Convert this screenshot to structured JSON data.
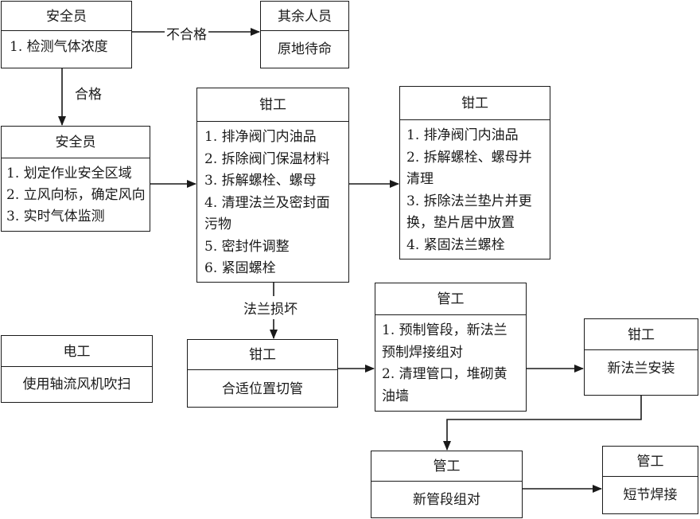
{
  "boxes": {
    "safety1": {
      "title": "安全员",
      "lines": [
        "1. 检测气体浓度"
      ]
    },
    "others": {
      "title": "其余人员",
      "lines": [
        "原地待命"
      ]
    },
    "safety2": {
      "title": "安全员",
      "lines": [
        "1. 划定作业安全区域",
        "2. 立风向标，确定风向",
        "3. 实时气体监测"
      ]
    },
    "fitter1": {
      "title": "钳工",
      "lines": [
        "1. 排净阀门内油品",
        "2. 拆除阀门保温材料",
        "3. 拆解螺栓、螺母",
        "4. 清理法兰及密封面",
        "污物",
        "5. 密封件调整",
        "6. 紧固螺栓"
      ]
    },
    "fitter2": {
      "title": "钳工",
      "lines": [
        "1. 排净阀门内油品",
        "2. 拆解螺栓、螺母并",
        "清理",
        "3. 拆除法兰垫片并更",
        "换，垫片居中放置",
        "4. 紧固法兰螺栓"
      ]
    },
    "pipe1": {
      "title": "管工",
      "lines": [
        "1. 预制管段，新法兰",
        "预制焊接组对",
        "2. 清理管口，堆砌黄",
        "油墙"
      ]
    },
    "electrician": {
      "title": "电工",
      "lines": [
        "使用轴流风机吹扫"
      ]
    },
    "fitter3": {
      "title": "钳工",
      "lines": [
        "合适位置切管"
      ]
    },
    "fitter4": {
      "title": "钳工",
      "lines": [
        "新法兰安装"
      ]
    },
    "pipe2": {
      "title": "管工",
      "lines": [
        "新管段组对"
      ]
    },
    "pipe3": {
      "title": "管工",
      "lines": [
        "短节焊接"
      ]
    }
  },
  "edge_labels": {
    "unqualified": "不合格",
    "qualified": "合格",
    "flange_damaged": "法兰损坏"
  }
}
